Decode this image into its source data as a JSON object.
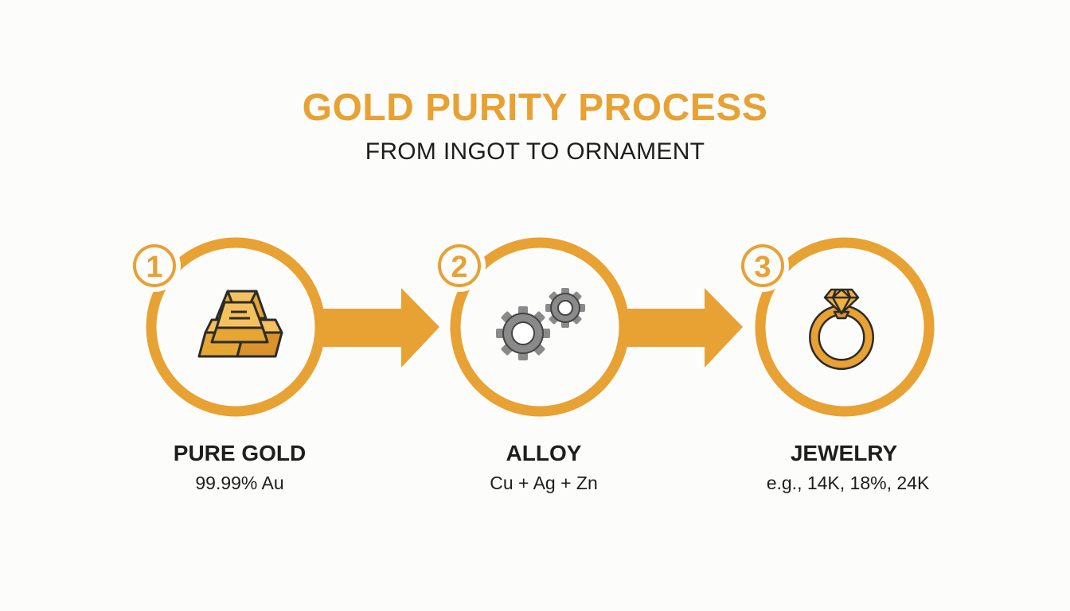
{
  "header": {
    "title": "GOLD PURITY PROCESS",
    "subtitle": "FROM INGOT TO ORNAMENT"
  },
  "steps": [
    {
      "number": "1",
      "title": "PURE GOLD",
      "description": "99.99% Au",
      "icon": "gold-bars-icon"
    },
    {
      "number": "2",
      "title": "ALLOY",
      "description": "Cu + Ag + Zn",
      "icon": "gears-icon"
    },
    {
      "number": "3",
      "title": "JEWELRY",
      "description": "e.g., 14K, 18%, 24K",
      "icon": "diamond-ring-icon"
    }
  ],
  "colors": {
    "accent": "#E8A133",
    "text": "#1E1E1E",
    "gear": "#8A8A8A",
    "background": "#FCFCFA"
  }
}
